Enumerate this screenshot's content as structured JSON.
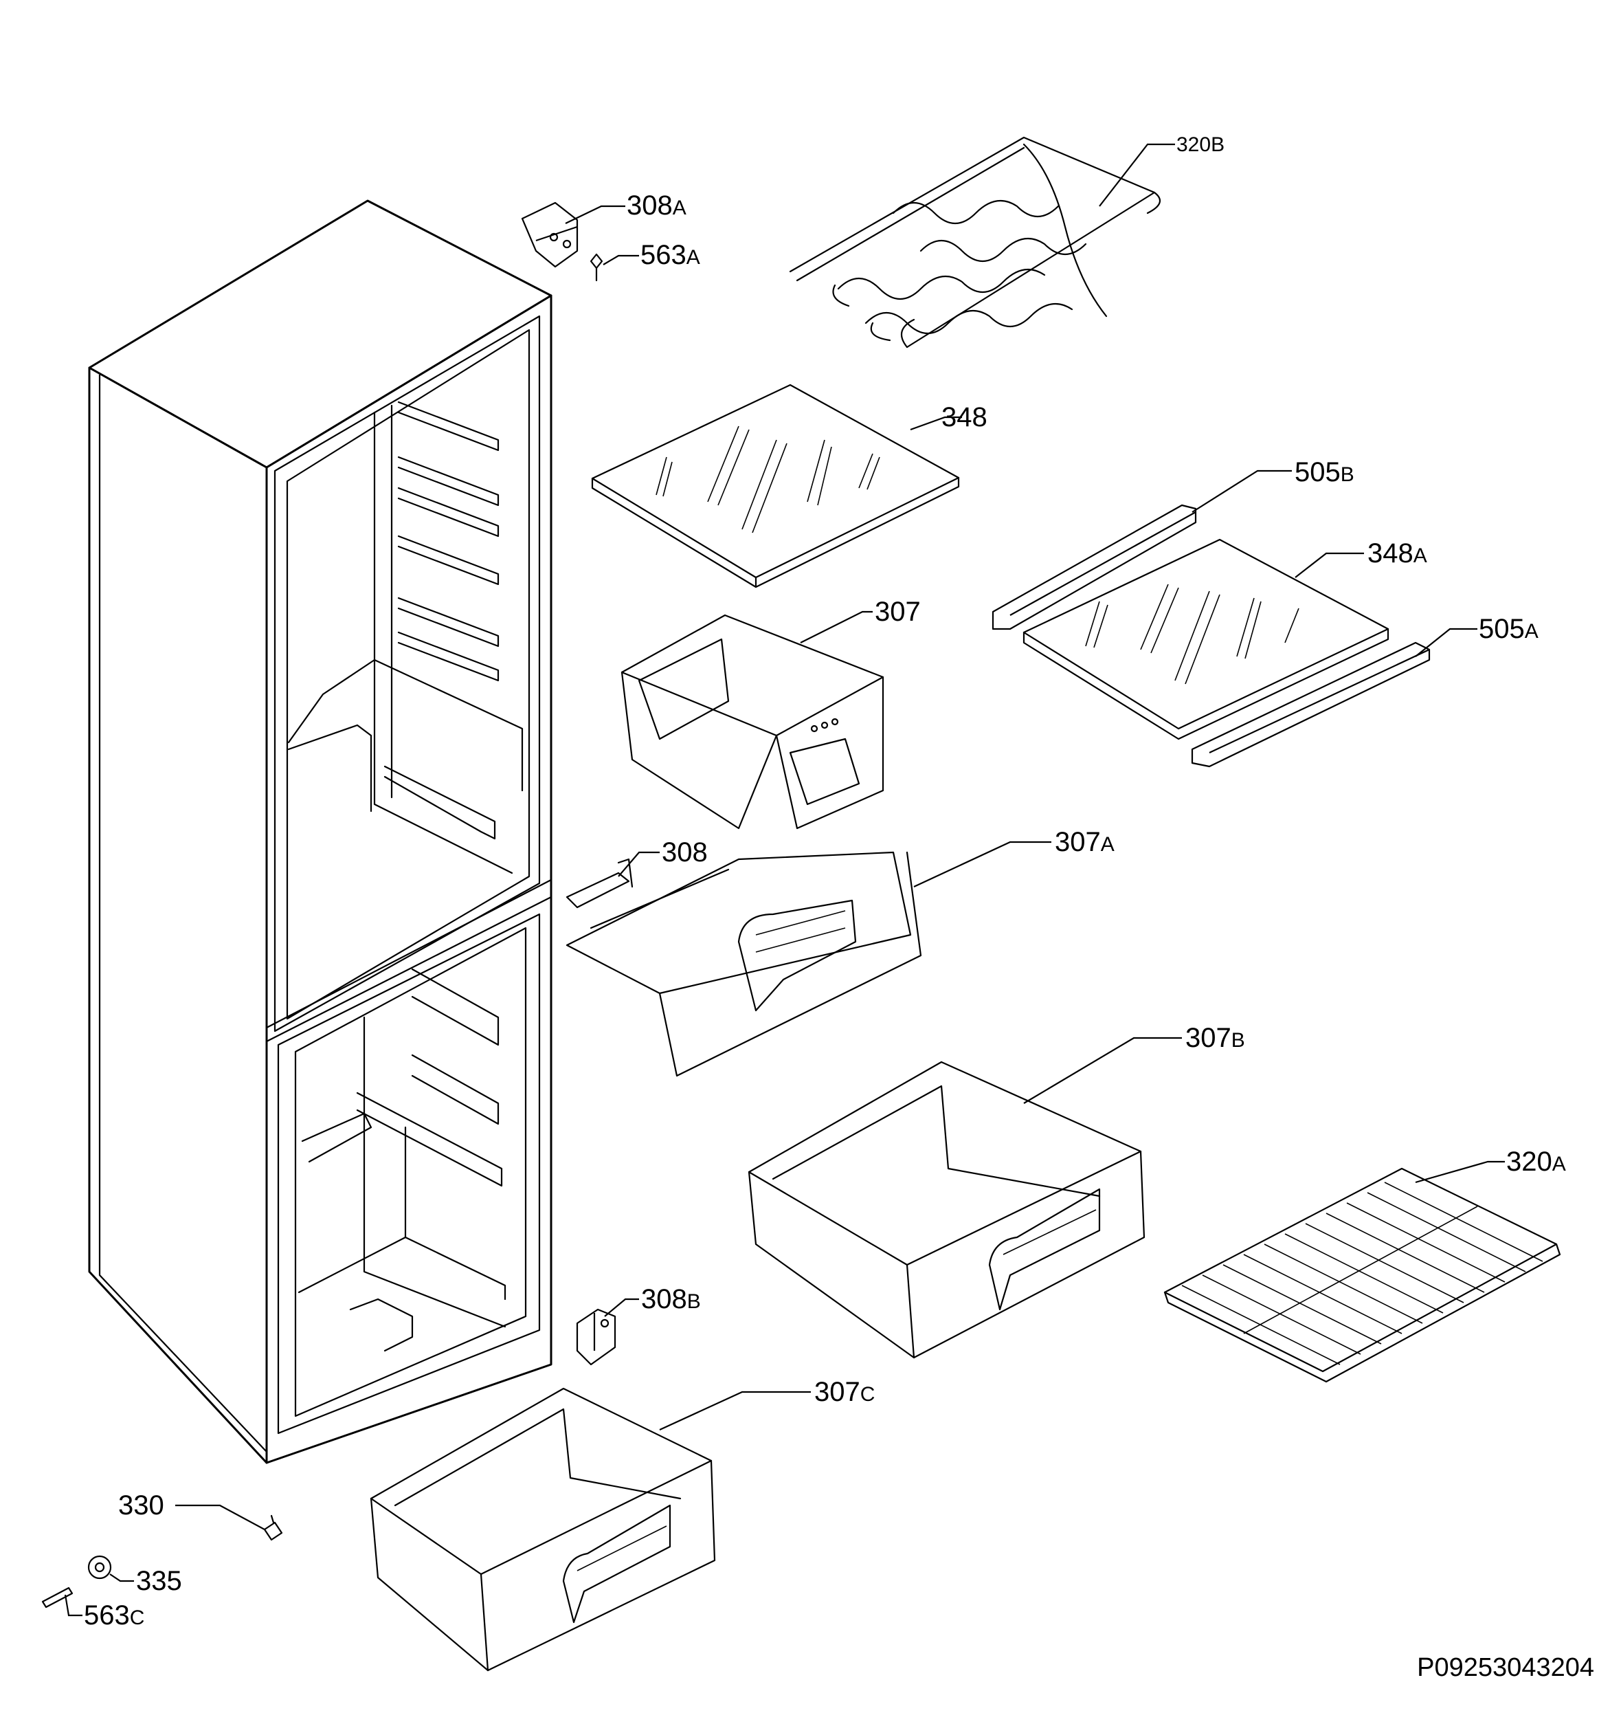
{
  "labels": {
    "l320B": {
      "num": "320",
      "suf": "B"
    },
    "l308A": {
      "num": "308",
      "suf": "A"
    },
    "l563A": {
      "num": "563",
      "suf": "A"
    },
    "l348": {
      "num": "348",
      "suf": ""
    },
    "l505B": {
      "num": "505",
      "suf": "B"
    },
    "l348A": {
      "num": "348",
      "suf": "A"
    },
    "l307": {
      "num": "307",
      "suf": ""
    },
    "l505A": {
      "num": "505",
      "suf": "A"
    },
    "l308": {
      "num": "308",
      "suf": ""
    },
    "l307A": {
      "num": "307",
      "suf": "A"
    },
    "l307B": {
      "num": "307",
      "suf": "B"
    },
    "l320A": {
      "num": "320",
      "suf": "A"
    },
    "l308B": {
      "num": "308",
      "suf": "B"
    },
    "l307C": {
      "num": "307",
      "suf": "C"
    },
    "l330": {
      "num": "330",
      "suf": ""
    },
    "l335": {
      "num": "335",
      "suf": ""
    },
    "l563C": {
      "num": "563",
      "suf": "C"
    }
  },
  "drawing_code": "P09253043204"
}
